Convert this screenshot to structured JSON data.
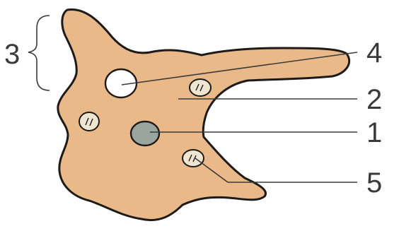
{
  "diagram": {
    "labels": {
      "nucleus": "1",
      "cytoplasm": "2",
      "pseudopodia": "3",
      "contractile_vacuole": "4",
      "food_vacuole": "5"
    },
    "colors": {
      "cytoplasm_fill": "#e9b98a",
      "outline": "#1e1a17",
      "nucleus_fill": "#9aa59f",
      "contractile_vacuole_fill": "#ffffff",
      "food_vacuole_fill": "#efe6d2",
      "leader_lines": "#3a3a3a"
    }
  }
}
